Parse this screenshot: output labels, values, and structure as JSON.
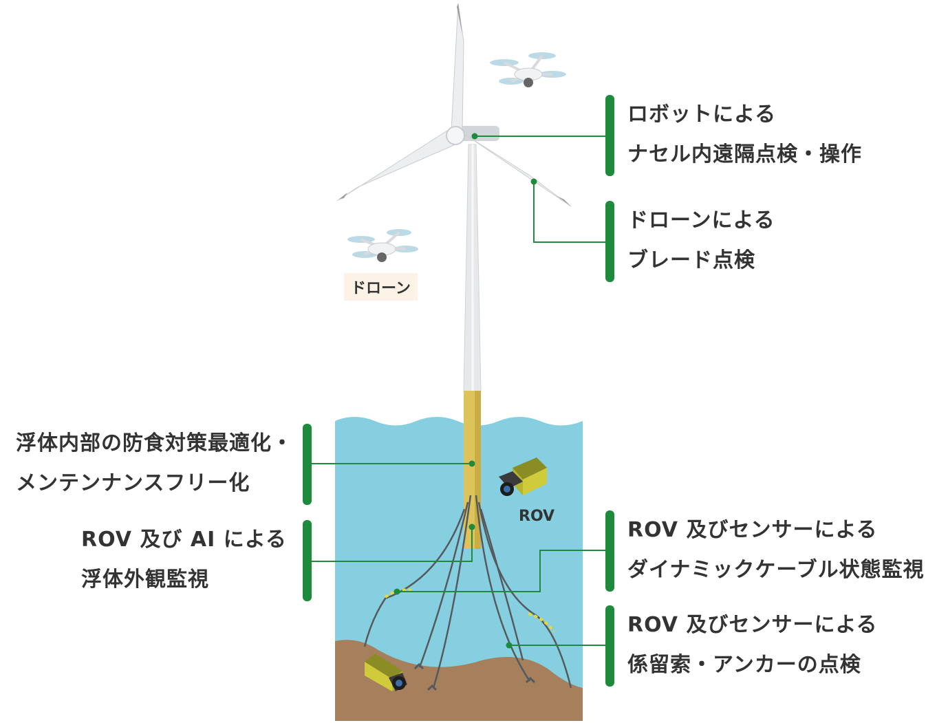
{
  "labels": {
    "nacelle": [
      "ロボットによる",
      "ナセル内遠隔点検・操作"
    ],
    "blade": [
      "ドローンによる",
      "ブレード点検"
    ],
    "float_internal": [
      "浮体内部の防食対策最適化・",
      "メンテンナンスフリー化"
    ],
    "float_external": [
      "ROV 及び AI による",
      "浮体外観監視"
    ],
    "dynamic_cable": [
      "ROV 及びセンサーによる",
      "ダイナミックケーブル状態監視"
    ],
    "mooring": [
      "ROV 及びセンサーによる",
      "係留索・アンカーの点検"
    ]
  },
  "tags": {
    "drone": "ドローン",
    "rov": "ROV"
  },
  "colors": {
    "accent_green": "#1e8a3c",
    "water": "#86cfe0",
    "seabed": "#a67f5c",
    "float": "#dcc35a",
    "rov_body": "#cfcb3a",
    "tower": "#e6e8ea"
  }
}
